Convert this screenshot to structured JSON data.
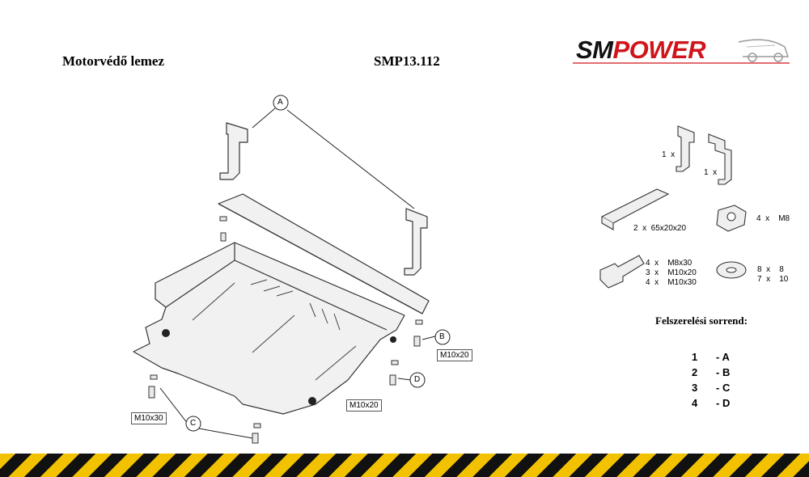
{
  "header": {
    "title": "Motorvédő lemez",
    "part_number": "SMP13.112",
    "logo": {
      "sm": "SM",
      "power": "POWER",
      "brand_red": "#d0141c"
    }
  },
  "diagram": {
    "callouts": {
      "a": "A",
      "b": "B",
      "c": "C",
      "d": "D"
    },
    "bolt_labels": {
      "b": "M10x20",
      "d": "M10x20",
      "c": "M10x30"
    }
  },
  "parts_list": {
    "bracket_left": "1  x",
    "bracket_right": "1  x",
    "plate_qty": "2  x  65x20x20",
    "nut_qty": "4  x    M8",
    "bolts": [
      "4  x    M8x30",
      "3  x    M10x20",
      "4  x    M10x30"
    ],
    "washers": [
      "8  x    8",
      "7  x    10"
    ]
  },
  "sequence": {
    "title": "Felszerelési sorrend:",
    "steps": [
      {
        "num": "1",
        "letter": "- A"
      },
      {
        "num": "2",
        "letter": "- B"
      },
      {
        "num": "3",
        "letter": "- C"
      },
      {
        "num": "4",
        "letter": "- D"
      }
    ]
  }
}
